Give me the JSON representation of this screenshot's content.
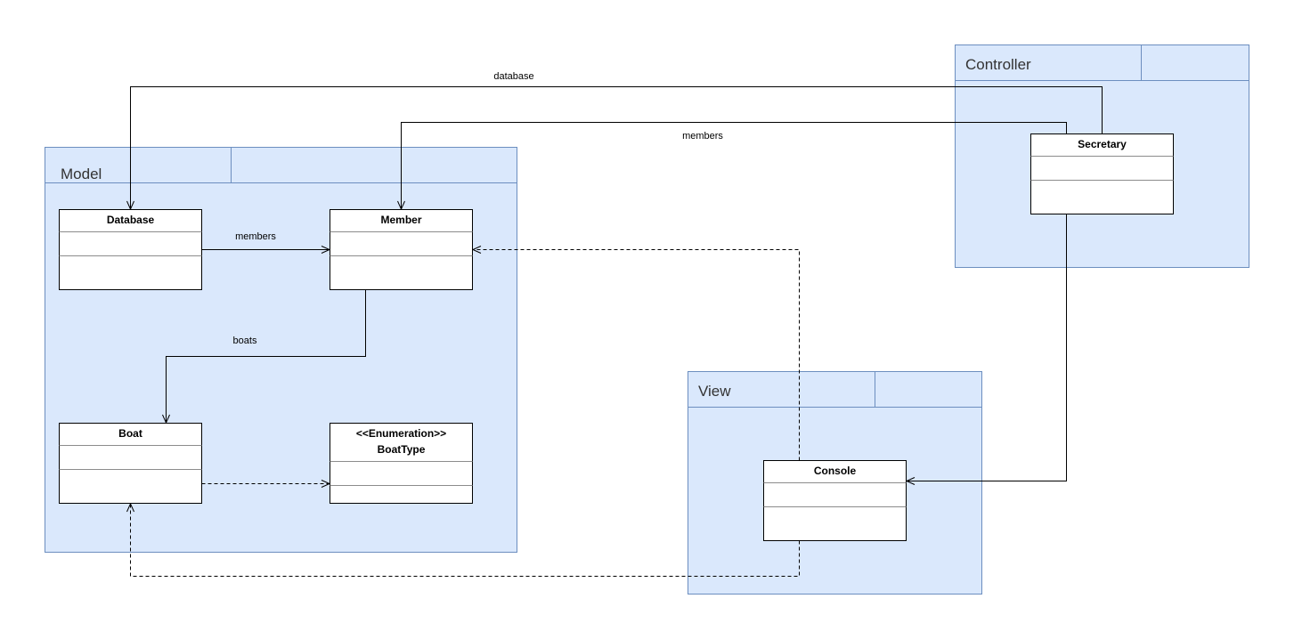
{
  "packages": {
    "model": {
      "title": "Model"
    },
    "controller": {
      "title": "Controller"
    },
    "view": {
      "title": "View"
    }
  },
  "classes": {
    "database": {
      "name": "Database"
    },
    "member": {
      "name": "Member"
    },
    "boat": {
      "name": "Boat"
    },
    "boattype": {
      "stereotype": "<<Enumeration>>",
      "name": "BoatType"
    },
    "secretary": {
      "name": "Secretary"
    },
    "console": {
      "name": "Console"
    }
  },
  "edges": {
    "secretary_database": {
      "label": "database"
    },
    "secretary_member": {
      "label": "members"
    },
    "database_member": {
      "label": "members"
    },
    "member_boat": {
      "label": "boats"
    }
  },
  "colors": {
    "package_fill": "#dae8fc",
    "package_stroke": "#6c8ebf"
  }
}
